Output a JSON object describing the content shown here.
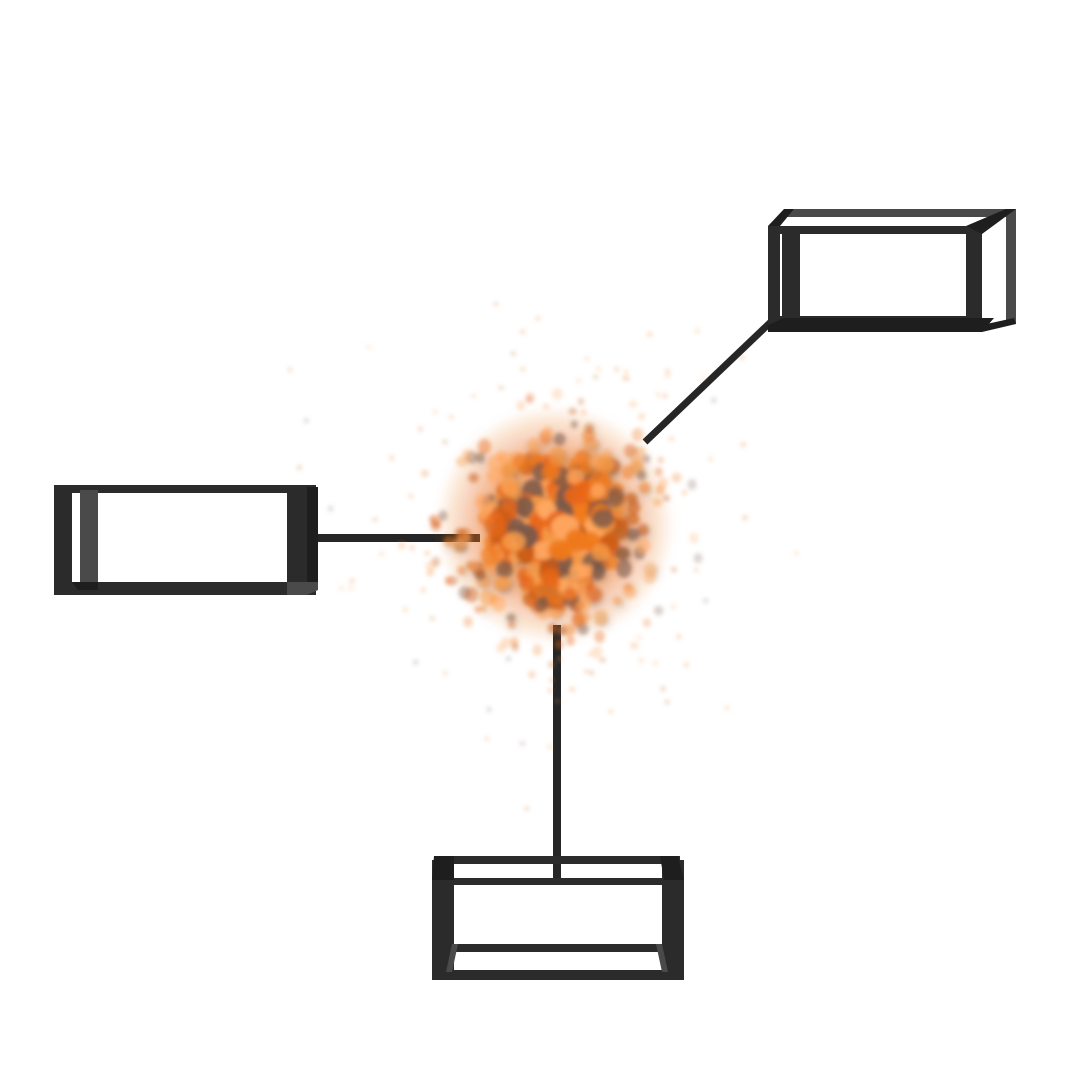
{
  "scene": {
    "background": "#ffffff",
    "frame_color": "#2b2b2b",
    "rod_color": "#262626",
    "cloud_colors": [
      "#f07a1e",
      "#e8671a",
      "#f59a48",
      "#c85a14",
      "#ffa860",
      "#7a5a4a"
    ],
    "cloud_particle_count": 420,
    "cloud_seed": 7
  },
  "objects": [
    {
      "name": "particle-cloud",
      "kind": "volumetric-cluster"
    },
    {
      "name": "top-right-frame",
      "kind": "wireframe-box"
    },
    {
      "name": "left-frame",
      "kind": "wireframe-box"
    },
    {
      "name": "bottom-frame",
      "kind": "wireframe-box"
    }
  ]
}
